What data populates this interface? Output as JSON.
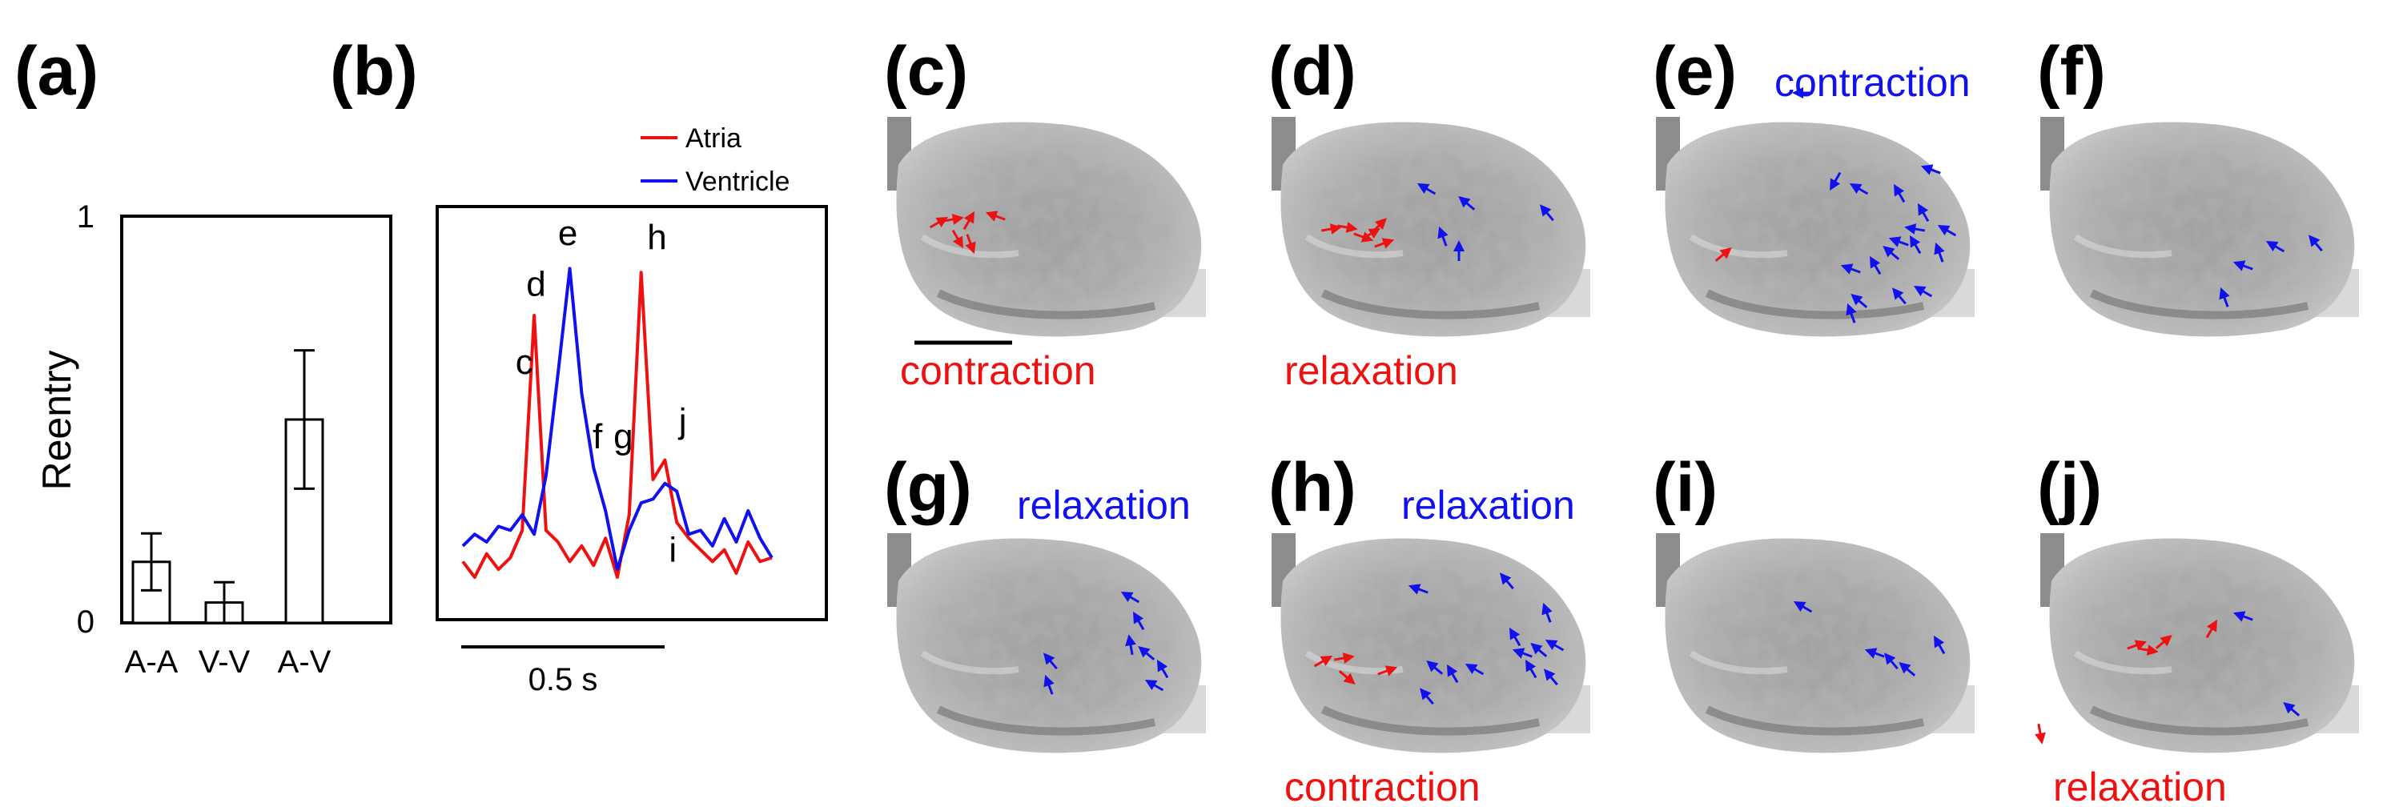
{
  "colors": {
    "atria": "#ee1111",
    "ventricle": "#1111ee",
    "frame": "#000000"
  },
  "panel_labels": [
    "(a)",
    "(b)",
    "(c)",
    "(d)",
    "(e)",
    "(f)",
    "(g)",
    "(h)",
    "(i)",
    "(j)"
  ],
  "chart_data": [
    {
      "panel": "(a)",
      "type": "bar",
      "categories": [
        "A-A",
        "V-V",
        "A-V"
      ],
      "values": [
        0.15,
        0.05,
        0.5
      ],
      "errors": [
        0.07,
        0.05,
        0.17
      ],
      "ylabel": "Reentry",
      "ylim": [
        0,
        1
      ],
      "yticks": [
        "0",
        "1"
      ],
      "grid": false
    },
    {
      "panel": "(b)",
      "type": "line",
      "x": [
        0,
        0.03,
        0.06,
        0.09,
        0.12,
        0.15,
        0.18,
        0.21,
        0.24,
        0.27,
        0.3,
        0.33,
        0.36,
        0.39,
        0.42,
        0.45,
        0.48,
        0.51,
        0.54,
        0.57,
        0.6,
        0.63,
        0.66,
        0.69,
        0.72,
        0.75,
        0.78
      ],
      "series": [
        {
          "name": "Atria",
          "values": [
            0.12,
            0.08,
            0.14,
            0.1,
            0.13,
            0.2,
            0.75,
            0.2,
            0.17,
            0.12,
            0.16,
            0.11,
            0.18,
            0.08,
            0.24,
            0.86,
            0.33,
            0.38,
            0.22,
            0.18,
            0.15,
            0.12,
            0.15,
            0.09,
            0.17,
            0.12,
            0.13
          ]
        },
        {
          "name": "Ventricle",
          "values": [
            0.16,
            0.19,
            0.17,
            0.21,
            0.2,
            0.24,
            0.19,
            0.34,
            0.6,
            0.87,
            0.55,
            0.36,
            0.25,
            0.1,
            0.2,
            0.27,
            0.28,
            0.32,
            0.3,
            0.19,
            0.2,
            0.16,
            0.23,
            0.17,
            0.25,
            0.18,
            0.13
          ]
        }
      ],
      "peak_labels": [
        {
          "text": "c",
          "x": 0.155,
          "y": 0.6
        },
        {
          "text": "d",
          "x": 0.185,
          "y": 0.8
        },
        {
          "text": "e",
          "x": 0.265,
          "y": 0.93
        },
        {
          "text": "f",
          "x": 0.34,
          "y": 0.41
        },
        {
          "text": "g",
          "x": 0.405,
          "y": 0.41
        },
        {
          "text": "h",
          "x": 0.49,
          "y": 0.92
        },
        {
          "text": "i",
          "x": 0.53,
          "y": 0.12
        },
        {
          "text": "j",
          "x": 0.555,
          "y": 0.45
        }
      ],
      "legend": [
        "Atria",
        "Ventricle"
      ],
      "legend_placement": "top-right, outside",
      "ylim": [
        0,
        1
      ],
      "scale_bar": "0.5 s",
      "grid": false
    }
  ],
  "image_panels": [
    {
      "panel": "(c)",
      "labels": [
        {
          "text": "contraction",
          "color": "red",
          "pos": "below"
        }
      ]
    },
    {
      "panel": "(d)",
      "labels": [
        {
          "text": "relaxation",
          "color": "red",
          "pos": "below"
        }
      ]
    },
    {
      "panel": "(e)",
      "labels": [
        {
          "text": "contraction",
          "color": "blue",
          "pos": "above"
        }
      ]
    },
    {
      "panel": "(f)",
      "labels": []
    },
    {
      "panel": "(g)",
      "labels": [
        {
          "text": "relaxation",
          "color": "blue",
          "pos": "above"
        }
      ]
    },
    {
      "panel": "(h)",
      "labels": [
        {
          "text": "relaxation",
          "color": "blue",
          "pos": "above"
        },
        {
          "text": "contraction",
          "color": "red",
          "pos": "below"
        }
      ]
    },
    {
      "panel": "(i)",
      "labels": []
    },
    {
      "panel": "(j)",
      "labels": [
        {
          "text": "relaxation",
          "color": "red",
          "pos": "below"
        }
      ]
    }
  ]
}
